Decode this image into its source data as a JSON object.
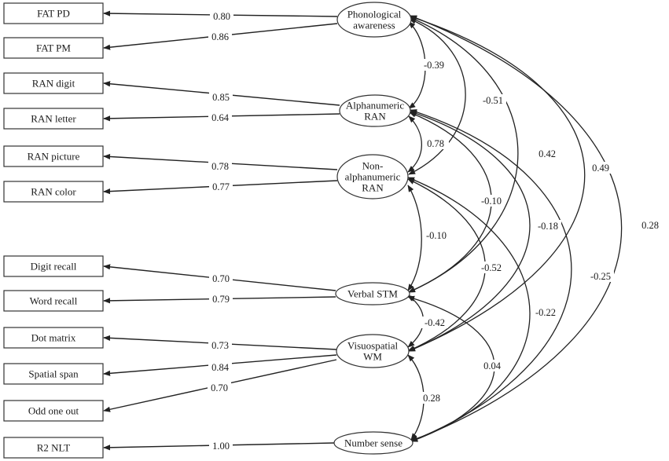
{
  "indicators": [
    {
      "id": "fat_pd",
      "label": "FAT PD"
    },
    {
      "id": "fat_pm",
      "label": "FAT PM"
    },
    {
      "id": "ran_digit",
      "label": "RAN digit"
    },
    {
      "id": "ran_letter",
      "label": "RAN letter"
    },
    {
      "id": "ran_picture",
      "label": "RAN picture"
    },
    {
      "id": "ran_color",
      "label": "RAN color"
    },
    {
      "id": "digit_recall",
      "label": "Digit recall"
    },
    {
      "id": "word_recall",
      "label": "Word recall"
    },
    {
      "id": "dot_matrix",
      "label": "Dot matrix"
    },
    {
      "id": "spatial_span",
      "label": "Spatial span"
    },
    {
      "id": "odd_one_out",
      "label": "Odd one out"
    },
    {
      "id": "r2_nlt",
      "label": "R2 NLT"
    }
  ],
  "factors": [
    {
      "id": "pa",
      "lines": [
        "Phonological",
        "awareness"
      ]
    },
    {
      "id": "aran",
      "lines": [
        "Alphanumeric",
        "RAN"
      ]
    },
    {
      "id": "naran",
      "lines": [
        "Non-",
        "alphanumeric",
        "RAN"
      ]
    },
    {
      "id": "vstm",
      "lines": [
        "Verbal STM"
      ]
    },
    {
      "id": "vwm",
      "lines": [
        "Visuospatial",
        "WM"
      ]
    },
    {
      "id": "ns",
      "lines": [
        "Number sense"
      ]
    }
  ],
  "loadings": [
    {
      "from": "pa",
      "to": "fat_pd",
      "value": "0.80"
    },
    {
      "from": "pa",
      "to": "fat_pm",
      "value": "0.86"
    },
    {
      "from": "aran",
      "to": "ran_digit",
      "value": "0.85"
    },
    {
      "from": "aran",
      "to": "ran_letter",
      "value": "0.64"
    },
    {
      "from": "naran",
      "to": "ran_picture",
      "value": "0.78"
    },
    {
      "from": "naran",
      "to": "ran_color",
      "value": "0.77"
    },
    {
      "from": "vstm",
      "to": "digit_recall",
      "value": "0.70"
    },
    {
      "from": "vstm",
      "to": "word_recall",
      "value": "0.79"
    },
    {
      "from": "vwm",
      "to": "dot_matrix",
      "value": "0.73"
    },
    {
      "from": "vwm",
      "to": "spatial_span",
      "value": "0.84"
    },
    {
      "from": "vwm",
      "to": "odd_one_out",
      "value": "0.70"
    },
    {
      "from": "ns",
      "to": "r2_nlt",
      "value": "1.00"
    }
  ],
  "correlations": [
    {
      "a": "pa",
      "b": "aran",
      "value": "-0.39"
    },
    {
      "a": "pa",
      "b": "naran",
      "value": "-0.51"
    },
    {
      "a": "pa",
      "b": "vstm",
      "value": "0.42"
    },
    {
      "a": "pa",
      "b": "vwm",
      "value": "0.49"
    },
    {
      "a": "pa",
      "b": "ns",
      "value": "0.28"
    },
    {
      "a": "aran",
      "b": "naran",
      "value": "0.78"
    },
    {
      "a": "aran",
      "b": "vstm",
      "value": "-0.10"
    },
    {
      "a": "aran",
      "b": "vwm",
      "value": "-0.18"
    },
    {
      "a": "aran",
      "b": "ns",
      "value": "-0.25"
    },
    {
      "a": "naran",
      "b": "vstm",
      "value": "-0.10"
    },
    {
      "a": "naran",
      "b": "vwm",
      "value": "-0.52"
    },
    {
      "a": "naran",
      "b": "ns",
      "value": "-0.22"
    },
    {
      "a": "vstm",
      "b": "vwm",
      "value": "-0.42"
    },
    {
      "a": "vstm",
      "b": "ns",
      "value": "0.04"
    },
    {
      "a": "vwm",
      "b": "ns",
      "value": "0.28"
    }
  ]
}
